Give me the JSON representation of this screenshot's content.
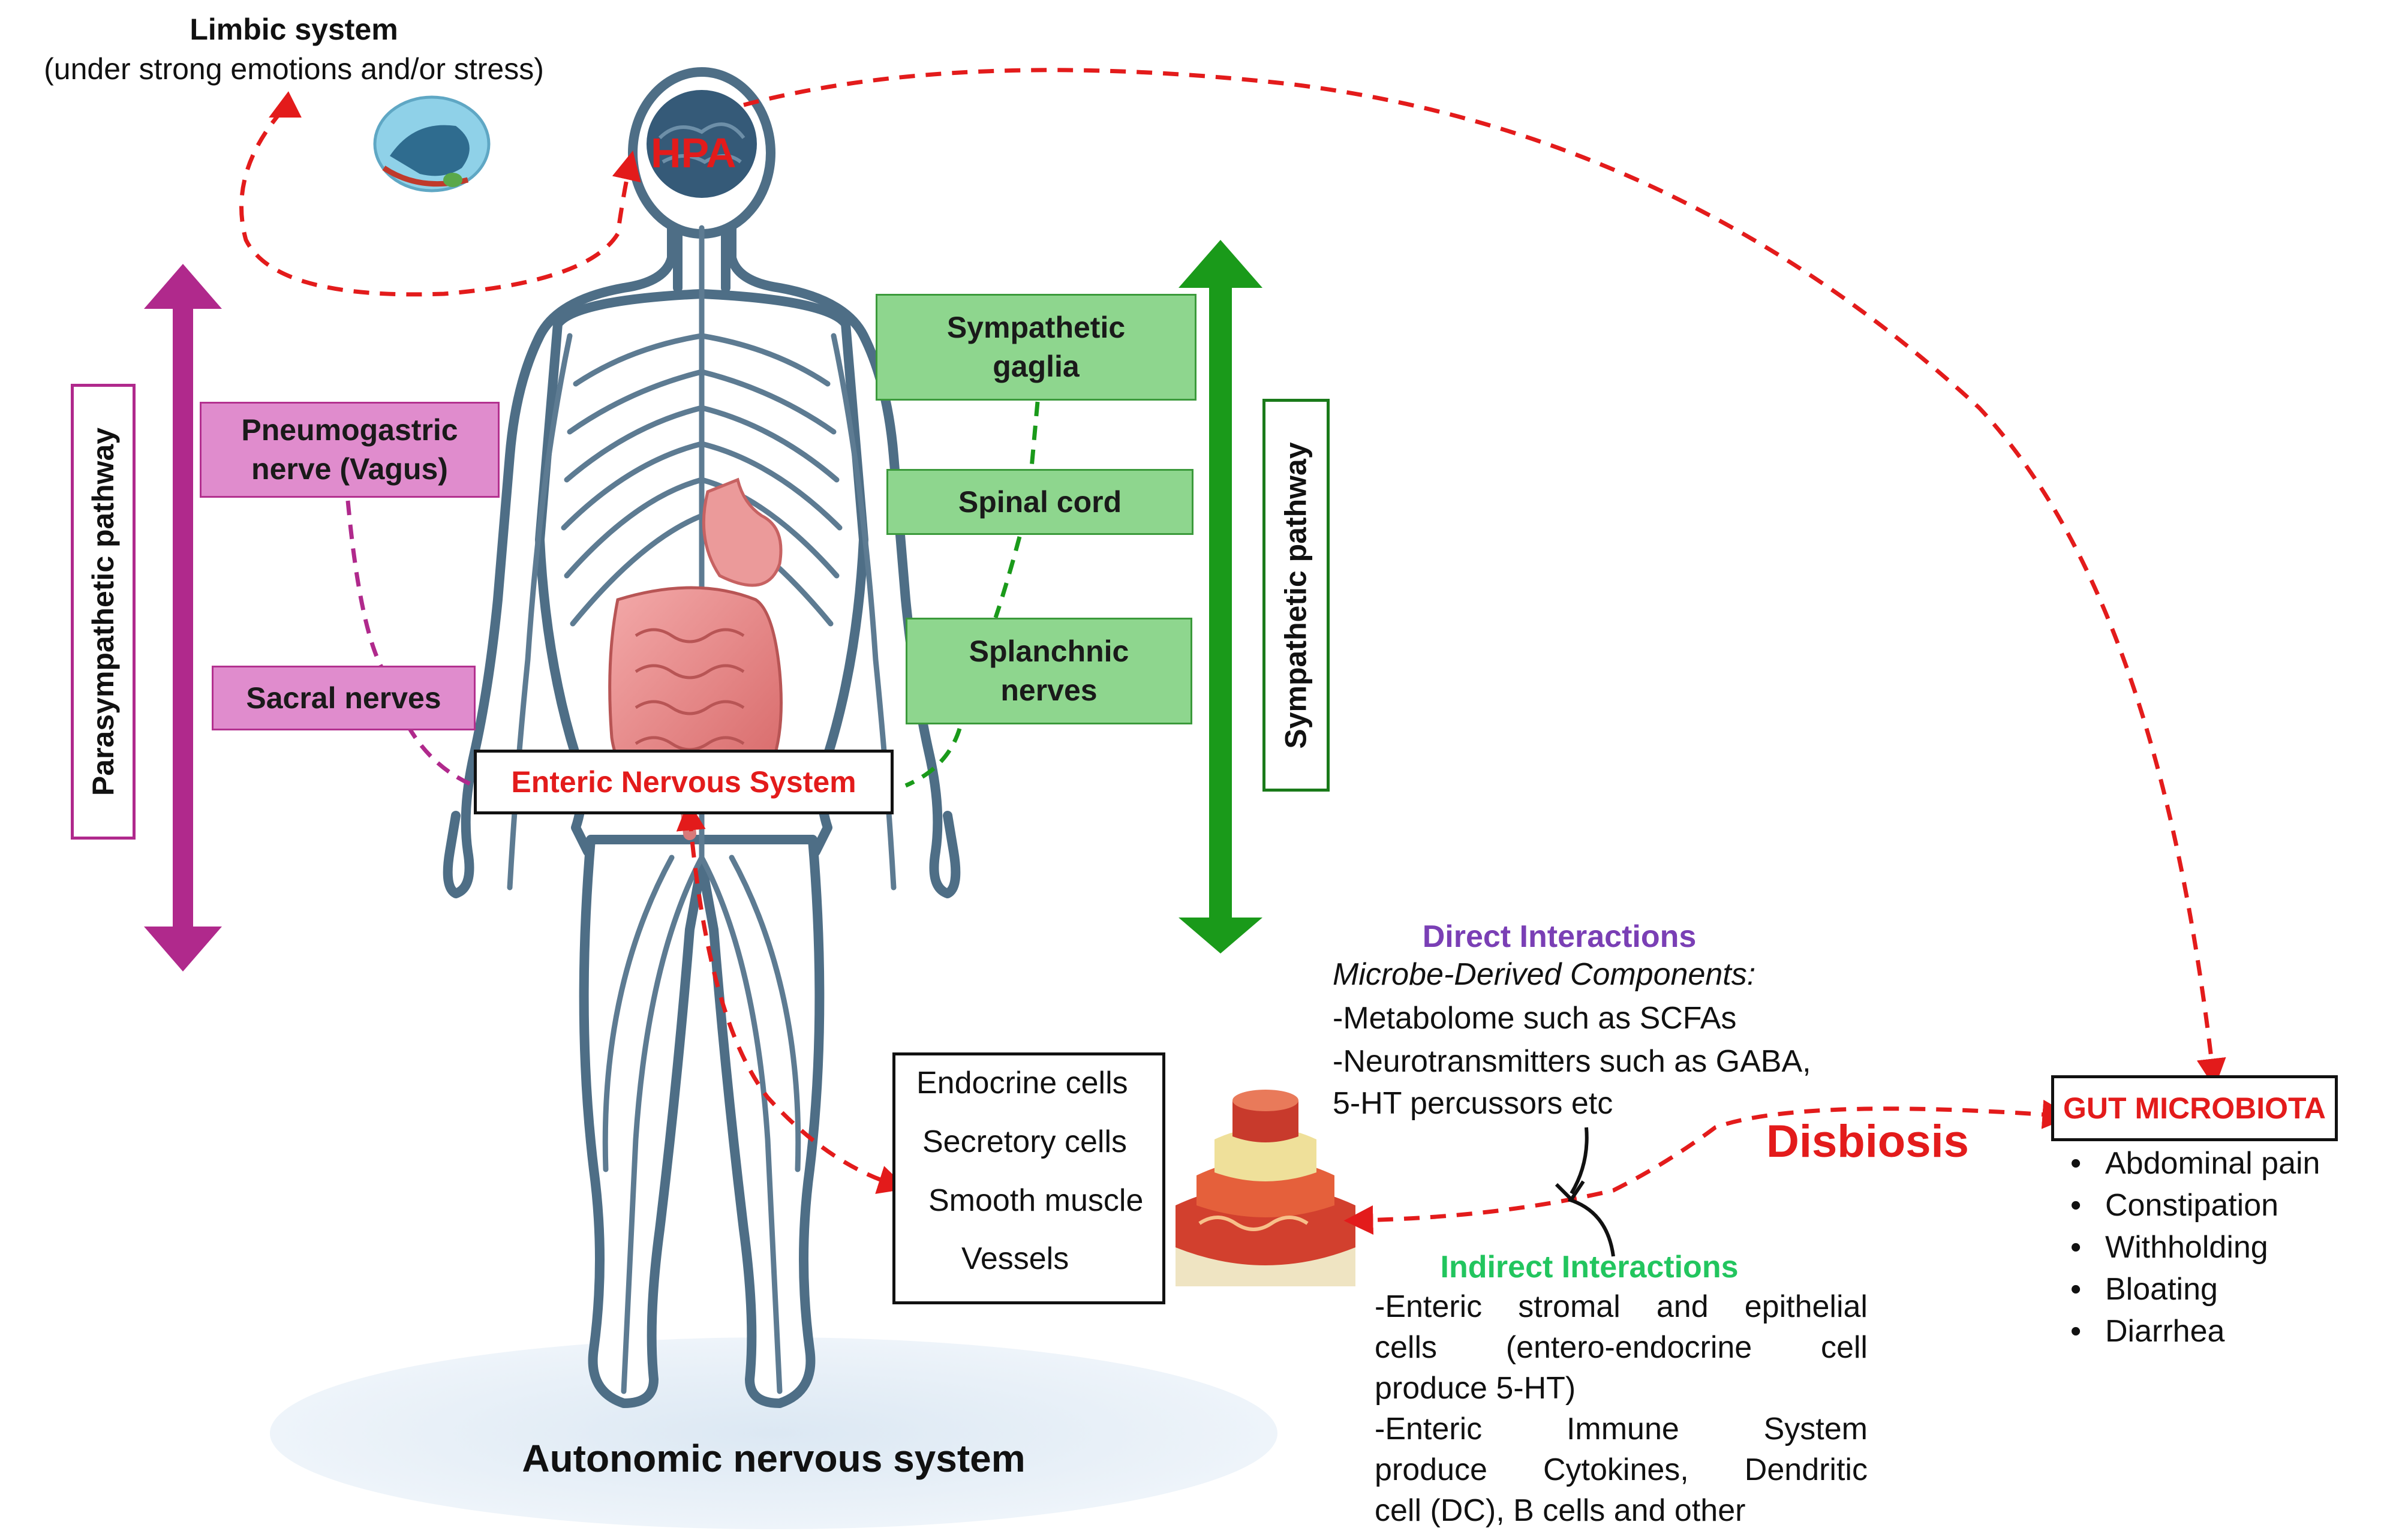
{
  "limbic": {
    "title": "Limbic system",
    "subtitle": "(under strong emotions and/or stress)"
  },
  "hpa_label": "HPA",
  "parasympathetic": {
    "pathway_label": "Parasympathetic pathway",
    "nerve_1": "Pneumogastric nerve (Vagus)",
    "nerve_2": "Sacral nerves",
    "color": "#b0298c"
  },
  "sympathetic": {
    "pathway_label": "Sympathetic pathway",
    "node_1": "Sympathetic gaglia",
    "node_2": "Spinal cord",
    "node_3": "Splanchnic nerves",
    "color": "#1a9a1a"
  },
  "ens_label": "Enteric Nervous System",
  "effectors": [
    "Endocrine cells",
    "Secretory cells",
    "Smooth muscle",
    "Vessels"
  ],
  "direct": {
    "title": "Direct Interactions",
    "subtitle": "Microbe-Derived Components:",
    "line_1": "-Metabolome such as SCFAs",
    "line_2": "-Neurotransmitters such as GABA,",
    "line_3": "5-HT percussors etc",
    "color": "#7a3fb5"
  },
  "indirect": {
    "title": "Indirect Interactions",
    "line_1": "-Enteric stromal and epithelial",
    "line_2": "cells (entero-endocrine cell",
    "line_3": "produce 5-HT)",
    "line_4": "-Enteric Immune System",
    "line_5": "produce Cytokines, Dendritic",
    "line_6": "cell (DC), B cells and other",
    "color": "#22c55e"
  },
  "disbiosis_label": "Disbiosis",
  "gut": {
    "title": "GUT MICROBIOTA",
    "symptoms": [
      "Abdominal pain",
      "Constipation",
      "Withholding",
      "Bloating",
      "Diarrhea"
    ]
  },
  "footer_label": "Autonomic nervous system",
  "colors": {
    "red_accent": "#e31b1b",
    "body_blue": "#4e6e86"
  }
}
